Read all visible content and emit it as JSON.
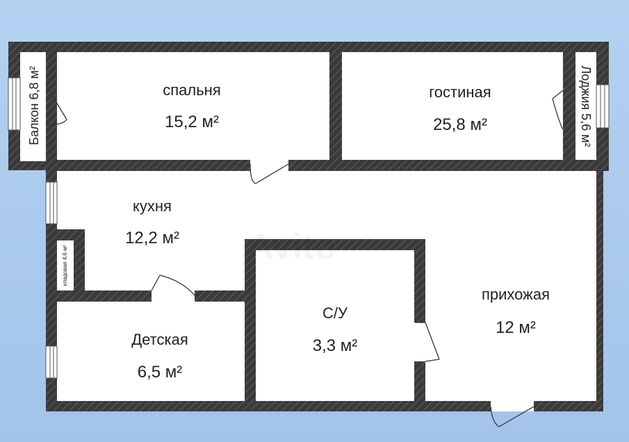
{
  "rooms": {
    "bedroom": {
      "name": "спальня",
      "area": "15,2 м²"
    },
    "living": {
      "name": "гостиная",
      "area": "25,8 м²"
    },
    "kitchen": {
      "name": "кухня",
      "area": "12,2 м²"
    },
    "hall": {
      "name": "прихожая",
      "area": "12 м²"
    },
    "bathroom": {
      "name": "С/У",
      "area": "3,3 м²"
    },
    "kids": {
      "name": "Детская",
      "area": "6,5 м²"
    },
    "balcony": {
      "label": "Балкон 6,8 м²"
    },
    "loggia": {
      "label": "Лоджия 5,6 м²"
    },
    "pantry": {
      "label": "кладовая 4,6 м²"
    }
  },
  "colors": {
    "wall": "#3b3b3b",
    "floor": "#ffffff",
    "background": "#a9c8ea"
  }
}
